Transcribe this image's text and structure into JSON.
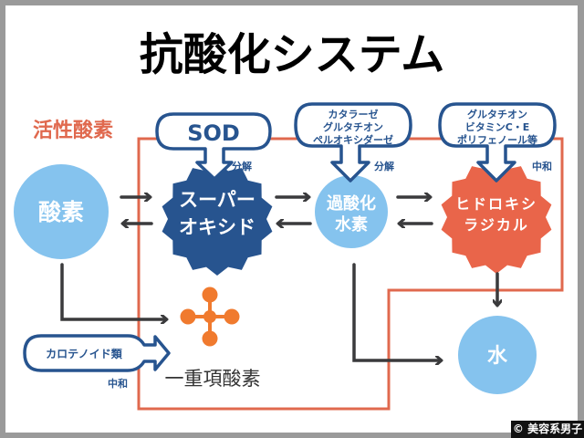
{
  "title": "抗酸化システム",
  "colors": {
    "frame": "#e0694e",
    "dark_blue": "#27548f",
    "light_blue": "#85c3ee",
    "red": "#e9654a",
    "arrow": "#3a3a3c",
    "molecule": "#f07a2e",
    "text_dark": "#333333"
  },
  "frame_label": "活性酸素",
  "nodes": {
    "oxygen": "酸素",
    "superoxide_line1": "スーパー",
    "superoxide_line2": "オキシド",
    "h2o2_line1": "過酸化",
    "h2o2_line2": "水素",
    "hydroxyl_line1": "ヒドロキシ",
    "hydroxyl_line2": "ラジカル",
    "water": "水",
    "singlet_oxygen": "一重項酸素"
  },
  "callouts": {
    "sod": {
      "label": "SOD",
      "action": "分解"
    },
    "h2o2_enzymes": {
      "lines": [
        "カタラーゼ",
        "グルタチオン",
        "ペルオキシダーゼ"
      ],
      "action": "分解"
    },
    "antioxidants": {
      "lines": [
        "グルタチオン",
        "ビタミンC・E",
        "ポリフェノール等"
      ],
      "action": "中和"
    },
    "carotenoids": {
      "label": "カロテノイド類",
      "action": "中和"
    }
  },
  "watermark": "© 美容系男子"
}
